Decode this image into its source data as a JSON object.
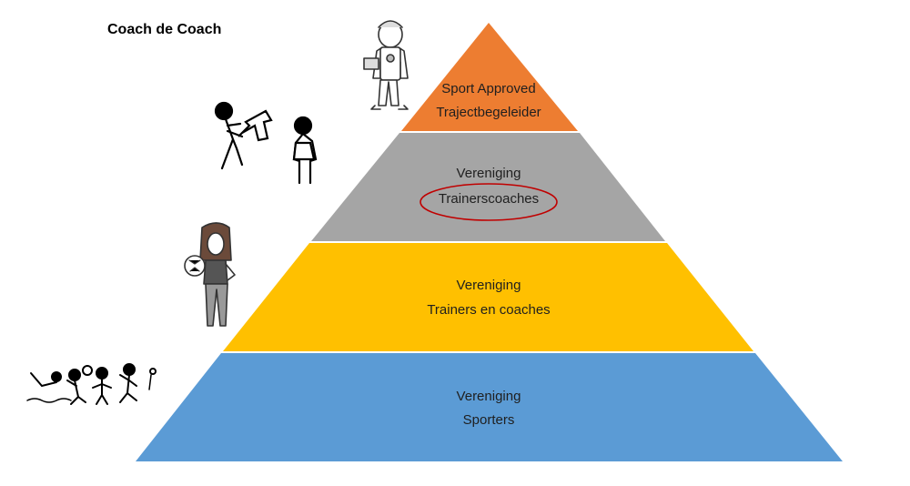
{
  "title": "Coach de Coach",
  "levels": [
    {
      "line1": "Sport Approved",
      "line2": "Trajectbegeleider",
      "color": "#ed7d31"
    },
    {
      "line1": "Vereniging",
      "line2": "Trainerscoaches",
      "color": "#a5a5a5",
      "highlight_color": "#c00000"
    },
    {
      "line1": "Vereniging",
      "line2": "Trainers en coaches",
      "color": "#ffc000"
    },
    {
      "line1": "Vereniging",
      "line2": "Sporters",
      "color": "#5b9bd5"
    }
  ],
  "icons": [
    "referee-with-ball-icon",
    "stick-figures-carrying-arrow-icon",
    "woman-holding-ball-icon",
    "swimming-football-soccer-stick-figures-icon"
  ]
}
